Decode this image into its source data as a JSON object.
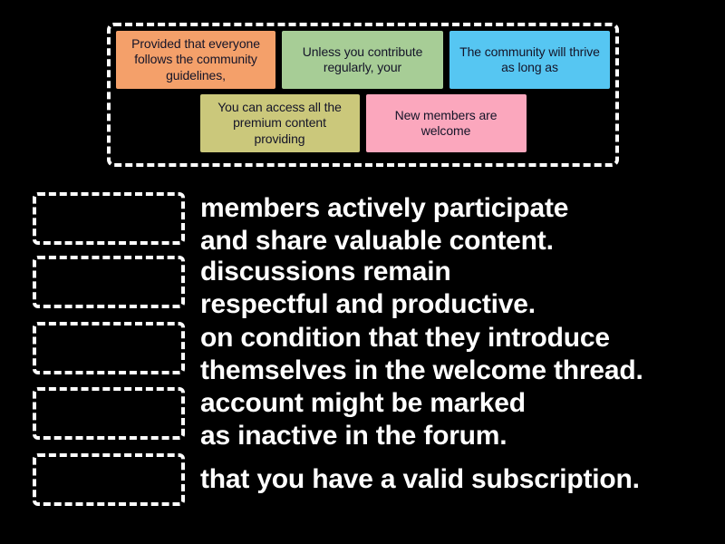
{
  "activity": {
    "background_color": "#000000",
    "type": "match-up drag-and-drop"
  },
  "tile_bank": {
    "rows": [
      [
        {
          "id": "tile-provided-that",
          "color": "#f4a06a",
          "color_name": "orange",
          "text": "Provided that everyone follows the community guidelines,"
        },
        {
          "id": "tile-unless-you",
          "color": "#a7cd96",
          "color_name": "green",
          "text": "Unless you contribute regularly, your"
        },
        {
          "id": "tile-the-community-will",
          "color": "#56c6f2",
          "color_name": "blue",
          "text": "The community will thrive as long as"
        }
      ],
      [
        {
          "id": "tile-you-can-access",
          "color": "#cbc87b",
          "color_name": "khaki",
          "text": "You can access all the premium content providing"
        },
        {
          "id": "tile-new-members",
          "color": "#fba7bd",
          "color_name": "pink",
          "text": "New members are welcome"
        }
      ]
    ]
  },
  "answers": [
    {
      "id": "answer-1",
      "dropzone_label": "empty-drop-zone-1",
      "lines": [
        "members actively participate",
        "and share valuable content."
      ]
    },
    {
      "id": "answer-2",
      "dropzone_label": "empty-drop-zone-2",
      "lines": [
        "discussions remain",
        "respectful and productive."
      ]
    },
    {
      "id": "answer-3",
      "dropzone_label": "empty-drop-zone-3",
      "lines": [
        "on condition that they introduce",
        "themselves in the welcome thread."
      ]
    },
    {
      "id": "answer-4",
      "dropzone_label": "empty-drop-zone-4",
      "lines": [
        "account might be marked",
        "as inactive in the forum."
      ]
    },
    {
      "id": "answer-5",
      "dropzone_label": "empty-drop-zone-5",
      "lines": [
        "that you have a valid subscription."
      ]
    }
  ]
}
